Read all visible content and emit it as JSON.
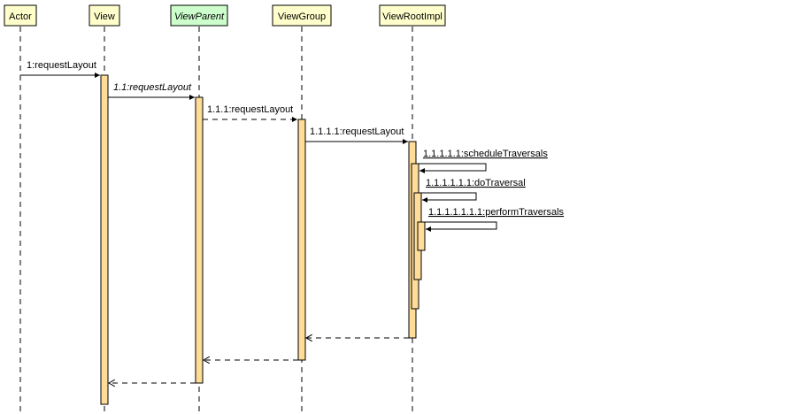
{
  "participants": [
    {
      "id": "actor",
      "label": "Actor",
      "italic": false,
      "fill": "#ffffcc"
    },
    {
      "id": "view",
      "label": "View",
      "italic": false,
      "fill": "#ffffcc"
    },
    {
      "id": "viewparent",
      "label": "ViewParent",
      "italic": true,
      "fill": "#ccffcc"
    },
    {
      "id": "viewgroup",
      "label": "ViewGroup",
      "italic": false,
      "fill": "#ffffcc"
    },
    {
      "id": "viewrootimpl",
      "label": "ViewRootImpl",
      "italic": false,
      "fill": "#ffffcc"
    }
  ],
  "messages": [
    {
      "id": "m1",
      "label": "1:requestLayout",
      "italic": false,
      "underline": false,
      "type": "call"
    },
    {
      "id": "m2",
      "label": "1.1:requestLayout",
      "italic": true,
      "underline": false,
      "type": "call"
    },
    {
      "id": "m3",
      "label": "1.1.1:requestLayout",
      "italic": false,
      "underline": false,
      "type": "async"
    },
    {
      "id": "m4",
      "label": "1.1.1.1:requestLayout",
      "italic": false,
      "underline": false,
      "type": "call"
    },
    {
      "id": "m5",
      "label": "1.1.1.1.1:scheduleTraversals",
      "italic": false,
      "underline": true,
      "type": "self"
    },
    {
      "id": "m6",
      "label": "1.1.1.1.1.1:doTraversal",
      "italic": false,
      "underline": true,
      "type": "self"
    },
    {
      "id": "m7",
      "label": "1.1.1.1.1.1.1:performTraversals",
      "italic": false,
      "underline": true,
      "type": "self"
    }
  ],
  "colors": {
    "activation_fill": "#ffdd99",
    "activation_stroke": "#000000",
    "lifeline": "#000000",
    "participant_stroke": "#000000"
  }
}
